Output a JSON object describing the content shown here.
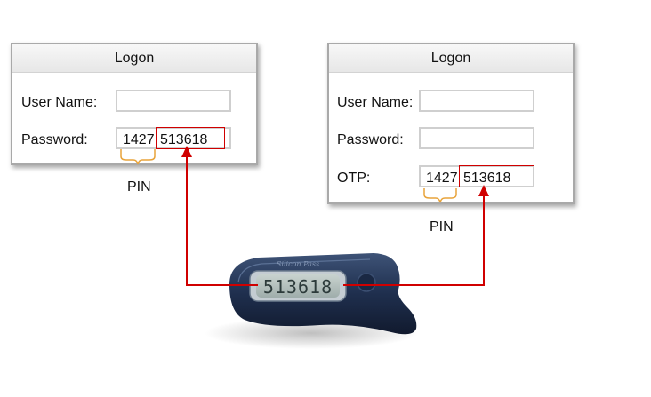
{
  "left_dialog": {
    "title": "Logon",
    "username_label": "User Name:",
    "password_label": "Password:",
    "pin_value": "1427",
    "otp_value": "513618",
    "pin_caption": "PIN"
  },
  "right_dialog": {
    "title": "Logon",
    "username_label": "User Name:",
    "password_label": "Password:",
    "otp_label": "OTP:",
    "pin_value": "1427",
    "otp_value": "513618",
    "pin_caption": "PIN"
  },
  "token": {
    "display": "513618",
    "brand": "Silicon Pass"
  },
  "colors": {
    "arrow": "#d00000",
    "brace": "#e8a33a",
    "token_body": "#1f2f4e"
  }
}
